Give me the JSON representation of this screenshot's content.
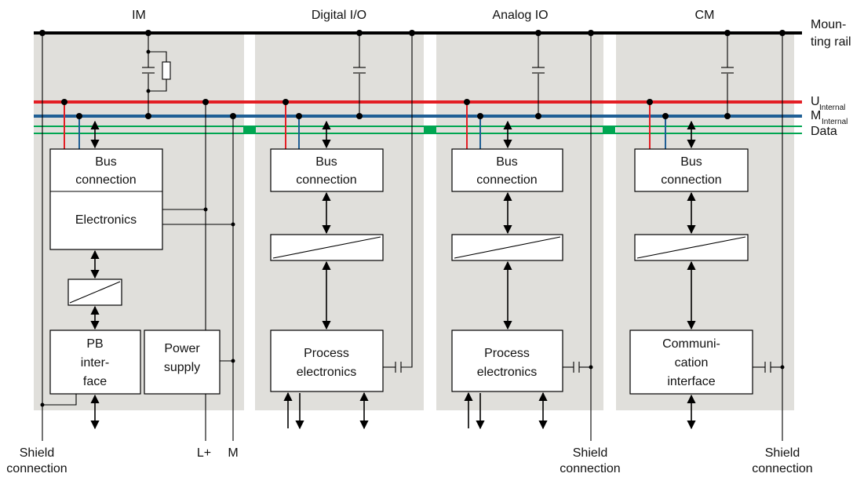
{
  "modules": [
    {
      "title": "IM",
      "blocks": {
        "bus": [
          "Bus",
          "connection"
        ],
        "electronics": [
          "Electronics"
        ],
        "interface": [
          "PB",
          "inter-",
          "face"
        ],
        "power": [
          "Power",
          "supply"
        ]
      }
    },
    {
      "title": "Digital I/O",
      "blocks": {
        "bus": [
          "Bus",
          "connection"
        ],
        "process": [
          "Process",
          "electronics"
        ]
      }
    },
    {
      "title": "Analog IO",
      "blocks": {
        "bus": [
          "Bus",
          "connection"
        ],
        "process": [
          "Process",
          "electronics"
        ]
      }
    },
    {
      "title": "CM",
      "blocks": {
        "bus": [
          "Bus",
          "connection"
        ],
        "process": [
          "Communi-",
          "cation",
          "interface"
        ]
      }
    }
  ],
  "rails": {
    "mounting": [
      "Moun-",
      "ting rail"
    ],
    "u_internal": {
      "main": "U",
      "sub": "Internal"
    },
    "m_internal": {
      "main": "M",
      "sub": "Internal"
    },
    "data": "Data"
  },
  "terminals": {
    "shield_left": [
      "Shield",
      "connection"
    ],
    "lplus": "L+",
    "m": "M",
    "shield_mid": [
      "Shield",
      "connection"
    ],
    "shield_right": [
      "Shield",
      "connection"
    ]
  },
  "colors": {
    "u_rail": "#e31e24",
    "m_rail": "#1f5f95",
    "data_rail": "#00a651",
    "panel": "#e0dfdb",
    "connector": "#00a651"
  }
}
